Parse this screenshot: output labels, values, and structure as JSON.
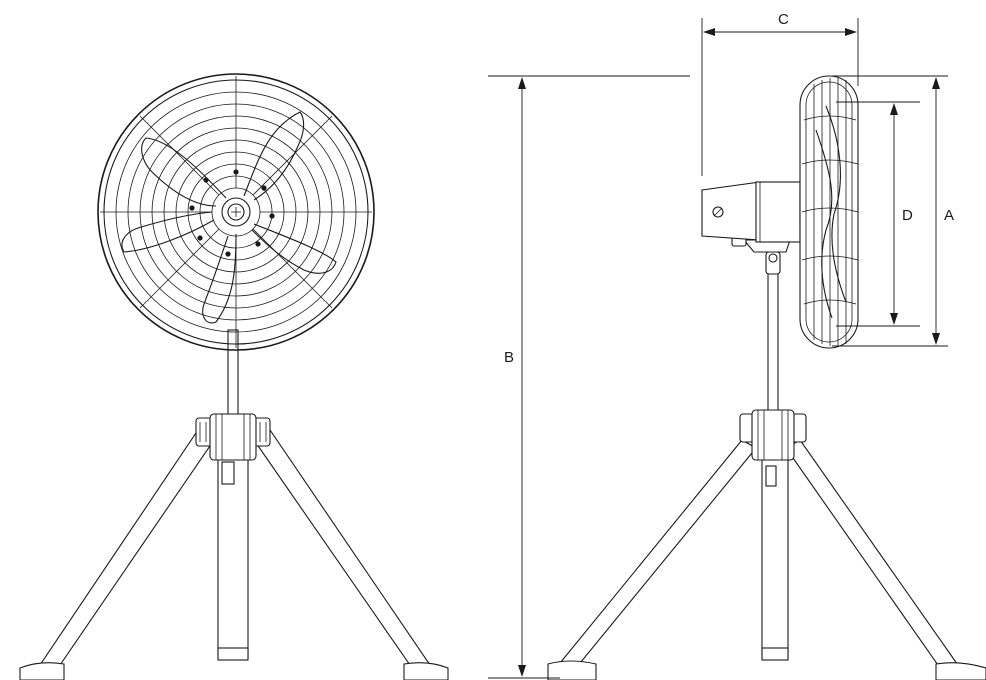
{
  "dimensions": {
    "a": {
      "label": "A"
    },
    "b": {
      "label": "B"
    },
    "c": {
      "label": "C"
    },
    "d": {
      "label": "D"
    }
  }
}
